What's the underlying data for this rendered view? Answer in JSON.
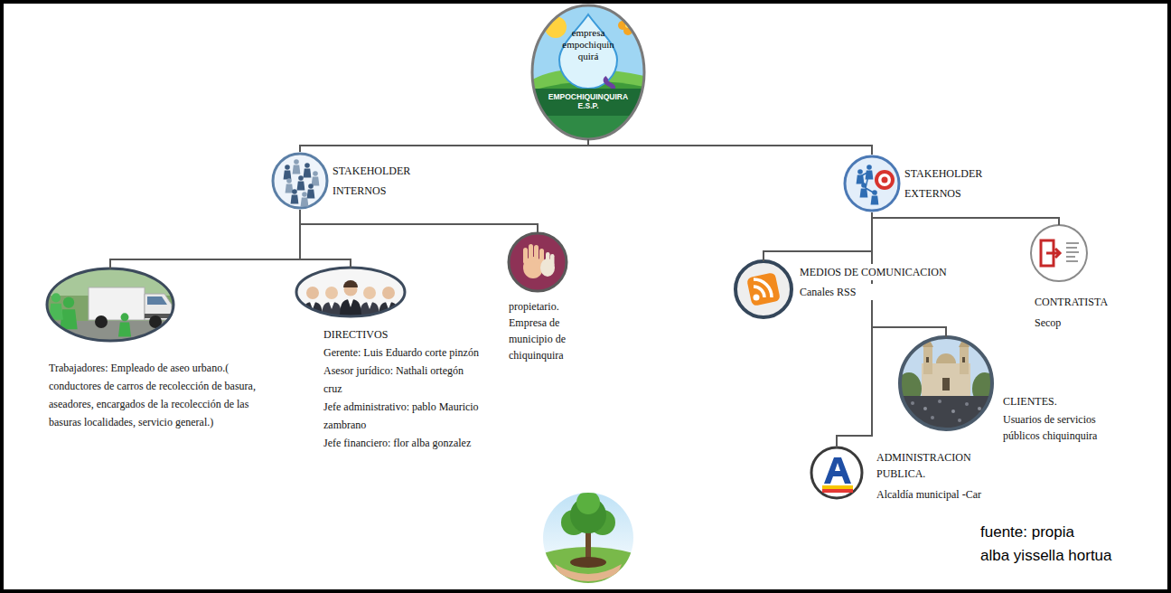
{
  "diagram": {
    "nodes": [
      {
        "text": [
          "empresa empochiquin quirá",
          "EMPOCHIQUINQUIRA E.S.P."
        ]
      },
      {
        "text": [
          "STAKEHOLDER INTERNOS"
        ]
      },
      {
        "text": [
          "STAKEHOLDER EXTERNOS"
        ]
      },
      {
        "text": [
          "Trabajadores: Empleado de aseo urbano.( conductores de carros de recolección de basura, aseadores, encargados de la recolección de las basuras localidades, servicio general.)"
        ]
      },
      {
        "text": [
          "DIRECTIVOS",
          "Gerente: Luis Eduardo corte pinzón",
          "Asesor jurídico: Nathali ortegón cruz",
          "Jefe administrativo: pablo Mauricio zambrano",
          "Jefe financiero: flor alba gonzalez"
        ]
      },
      {
        "text": [
          "propietario. Empresa de municipio de chiquinquira"
        ]
      },
      {
        "text": [
          "MEDIOS DE COMUNICACION",
          "Canales RSS"
        ]
      },
      {
        "text": [
          "CONTRATISTA",
          "Secop"
        ]
      },
      {
        "text": [
          "CLIENTES.",
          "Usuarios de servicios públicos chiquinquira"
        ]
      },
      {
        "text": [
          "ADMINISTRACION PUBLICA.",
          "Alcaldía municipal -Car"
        ]
      }
    ],
    "edges": [
      {
        "from": 0,
        "to": 1,
        "arrow": "none"
      },
      {
        "from": 0,
        "to": 2,
        "arrow": "none"
      },
      {
        "from": 1,
        "to": 3,
        "arrow": "none"
      },
      {
        "from": 1,
        "to": 4,
        "arrow": "none"
      },
      {
        "from": 1,
        "to": 5,
        "arrow": "none"
      },
      {
        "from": 2,
        "to": 6,
        "arrow": "none"
      },
      {
        "from": 2,
        "to": 7,
        "arrow": "none"
      },
      {
        "from": 2,
        "to": 8,
        "arrow": "none"
      },
      {
        "from": 2,
        "to": 9,
        "arrow": "none"
      }
    ],
    "labels": [
      "fuente: propia",
      "alba yissella hortua"
    ]
  }
}
